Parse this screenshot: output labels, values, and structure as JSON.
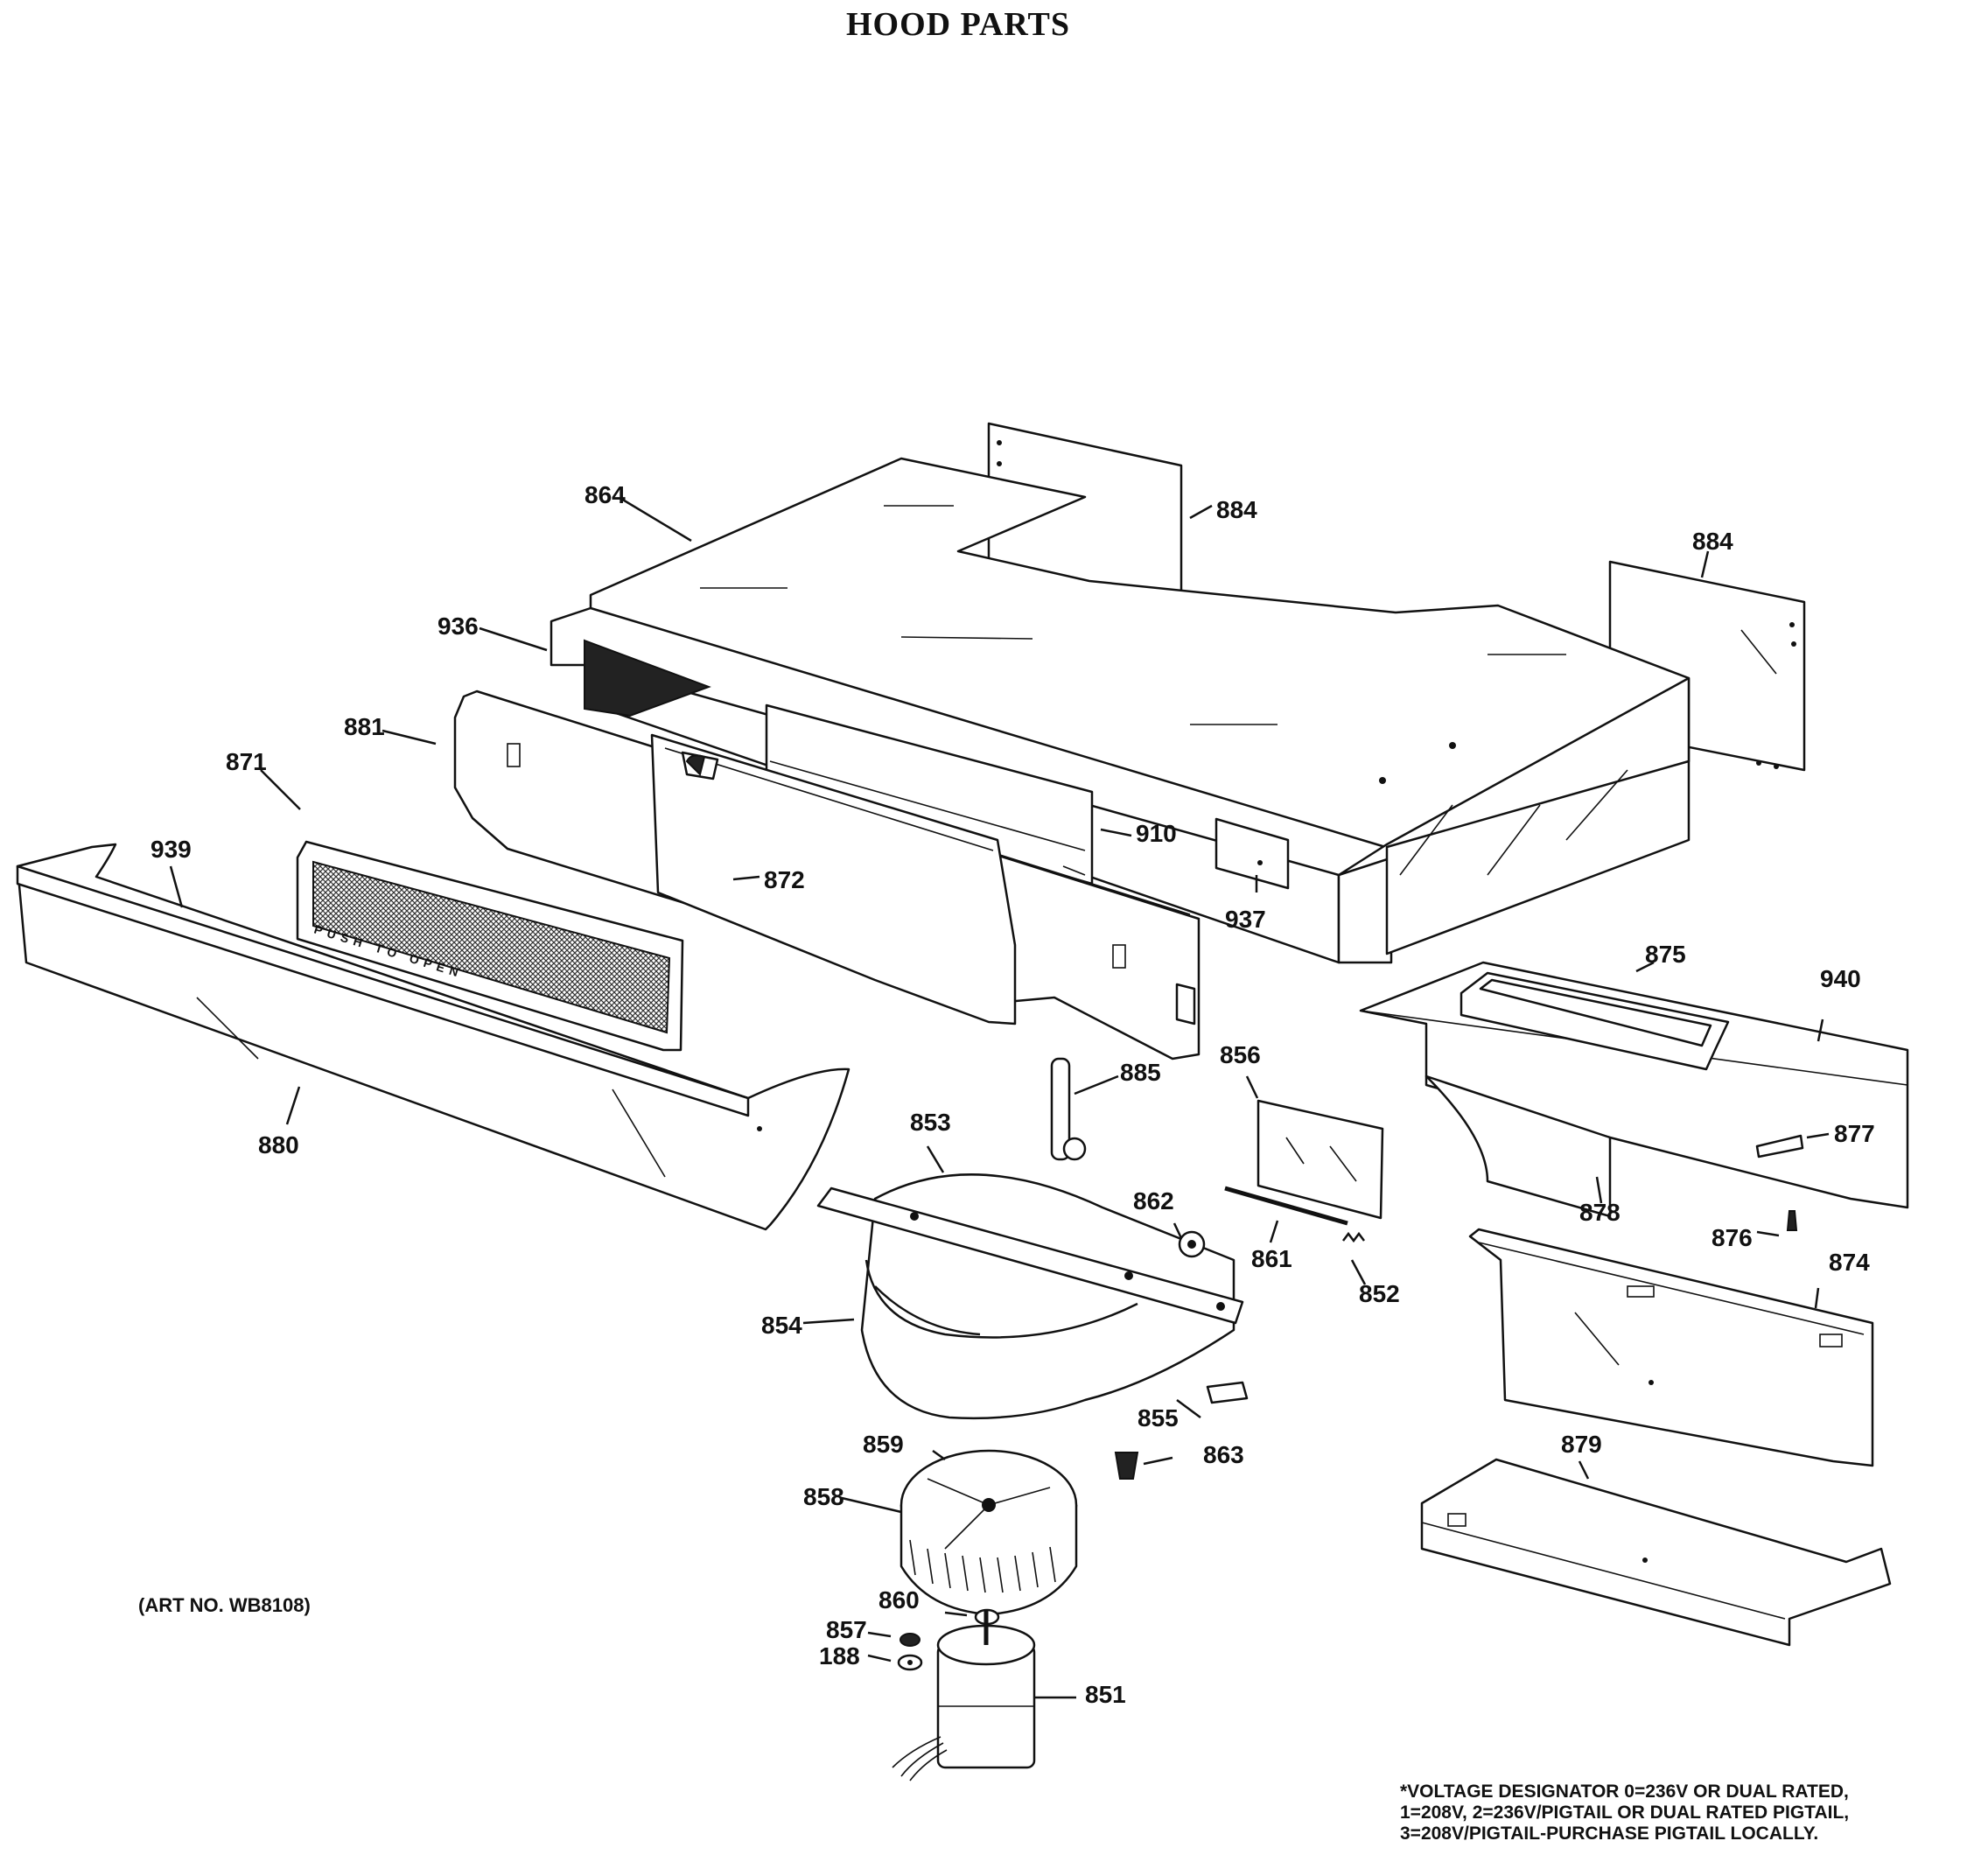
{
  "title": "HOOD PARTS",
  "art_number": "(ART NO. WB8108)",
  "voltage_note": [
    "*VOLTAGE DESIGNATOR 0=236V OR DUAL RATED,",
    "1=208V, 2=236V/PIGTAIL OR DUAL RATED PIGTAIL,",
    "3=208V/PIGTAIL-PURCHASE PIGTAIL LOCALLY."
  ],
  "push_label": "PUSH TO OPEN",
  "callouts": {
    "c864": "864",
    "c884a": "884",
    "c884b": "884",
    "c936": "936",
    "c881": "881",
    "c871": "871",
    "c939": "939",
    "c910": "910",
    "c872": "872",
    "c937": "937",
    "c875": "875",
    "c940": "940",
    "c856": "856",
    "c885": "885",
    "c880": "880",
    "c853": "853",
    "c877": "877",
    "c878": "878",
    "c862": "862",
    "c861": "861",
    "c876": "876",
    "c852": "852",
    "c874": "874",
    "c854": "854",
    "c855": "855",
    "c863": "863",
    "c879": "879",
    "c859": "859",
    "c858": "858",
    "c860": "860",
    "c857": "857",
    "c188": "188",
    "c851": "851"
  }
}
